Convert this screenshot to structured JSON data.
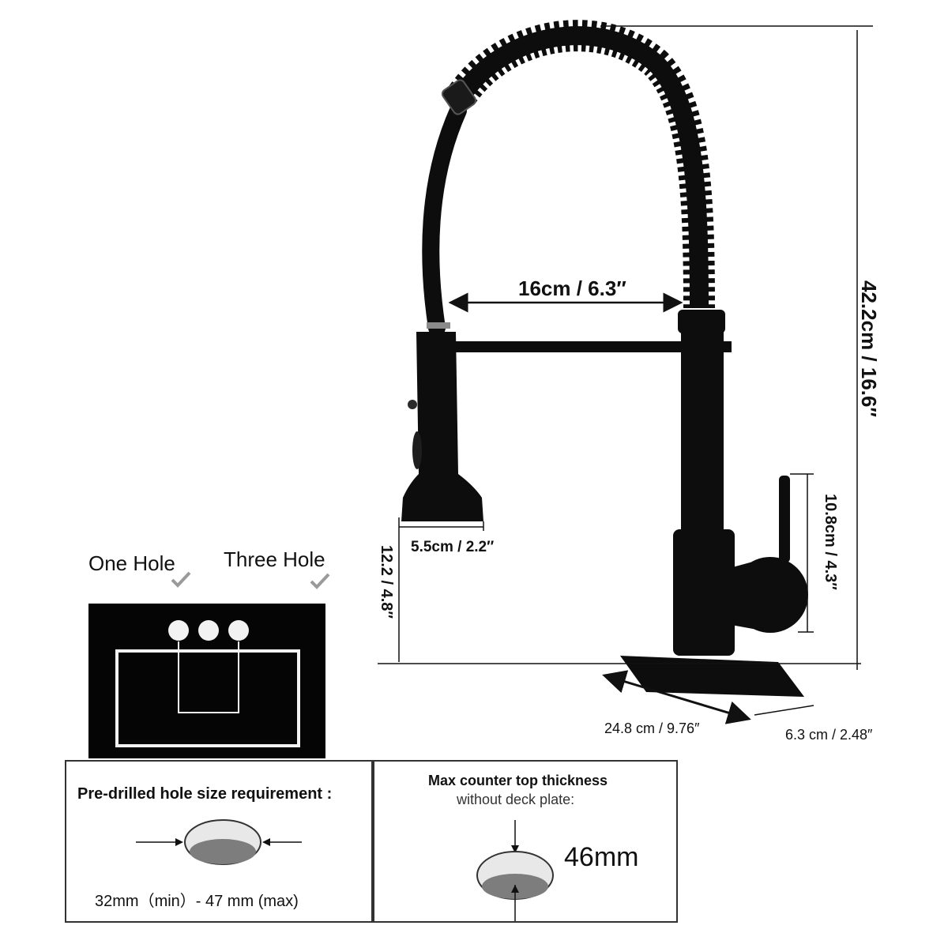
{
  "dimensions": {
    "spout_reach": "16cm / 6.3″",
    "total_height": "42.2cm / 16.6″",
    "handle_height": "10.8cm / 4.3″",
    "spray_head_diameter": "5.5cm / 2.2″",
    "spray_head_height": "12.2 / 4.8″",
    "deck_plate_length": "24.8 cm / 9.76″",
    "deck_plate_width": "6.3 cm / 2.48″"
  },
  "hole_options": {
    "one_hole": "One Hole",
    "three_hole": "Three Hole"
  },
  "predrilled": {
    "title": "Pre-drilled hole size requirement :",
    "range": "32mm（min）- 47 mm (max)"
  },
  "counter": {
    "title_line1": "Max counter top thickness",
    "title_line2": "without deck plate:",
    "value": "46mm"
  },
  "colors": {
    "faucet": "#0d0d0d",
    "outline": "#333333",
    "check": "#9a9a9a"
  }
}
